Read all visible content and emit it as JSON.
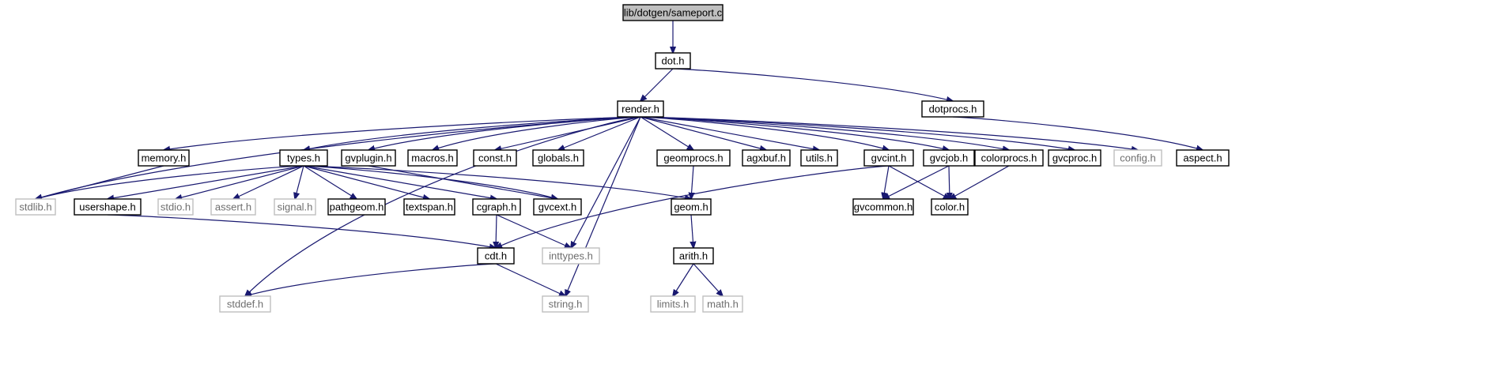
{
  "graph": {
    "colors": {
      "edge": "#191970",
      "root_fill": "#bfbfbf",
      "external_border": "#bfbfbf",
      "node_border": "#000000"
    },
    "nodes": [
      {
        "id": "sameport",
        "label": "lib/dotgen/sameport.c",
        "kind": "root"
      },
      {
        "id": "dot",
        "label": "dot.h",
        "kind": "file"
      },
      {
        "id": "render",
        "label": "render.h",
        "kind": "file"
      },
      {
        "id": "dotprocs",
        "label": "dotprocs.h",
        "kind": "file"
      },
      {
        "id": "memory",
        "label": "memory.h",
        "kind": "file"
      },
      {
        "id": "types",
        "label": "types.h",
        "kind": "file"
      },
      {
        "id": "gvplugin",
        "label": "gvplugin.h",
        "kind": "file"
      },
      {
        "id": "macros",
        "label": "macros.h",
        "kind": "file"
      },
      {
        "id": "const",
        "label": "const.h",
        "kind": "file"
      },
      {
        "id": "globals",
        "label": "globals.h",
        "kind": "file"
      },
      {
        "id": "geomprocs",
        "label": "geomprocs.h",
        "kind": "file"
      },
      {
        "id": "agxbuf",
        "label": "agxbuf.h",
        "kind": "file"
      },
      {
        "id": "utils",
        "label": "utils.h",
        "kind": "file"
      },
      {
        "id": "gvcint",
        "label": "gvcint.h",
        "kind": "file"
      },
      {
        "id": "gvcjob",
        "label": "gvcjob.h",
        "kind": "file"
      },
      {
        "id": "colorprocs",
        "label": "colorprocs.h",
        "kind": "file"
      },
      {
        "id": "gvcproc",
        "label": "gvcproc.h",
        "kind": "file"
      },
      {
        "id": "config",
        "label": "config.h",
        "kind": "external"
      },
      {
        "id": "aspect",
        "label": "aspect.h",
        "kind": "file"
      },
      {
        "id": "stdlib",
        "label": "stdlib.h",
        "kind": "external"
      },
      {
        "id": "usershape",
        "label": "usershape.h",
        "kind": "file"
      },
      {
        "id": "stdio",
        "label": "stdio.h",
        "kind": "external"
      },
      {
        "id": "assert",
        "label": "assert.h",
        "kind": "external"
      },
      {
        "id": "signal",
        "label": "signal.h",
        "kind": "external"
      },
      {
        "id": "pathgeom",
        "label": "pathgeom.h",
        "kind": "file"
      },
      {
        "id": "textspan",
        "label": "textspan.h",
        "kind": "file"
      },
      {
        "id": "cgraph",
        "label": "cgraph.h",
        "kind": "file"
      },
      {
        "id": "gvcext",
        "label": "gvcext.h",
        "kind": "file"
      },
      {
        "id": "geom",
        "label": "geom.h",
        "kind": "file"
      },
      {
        "id": "gvcommon",
        "label": "gvcommon.h",
        "kind": "file"
      },
      {
        "id": "color",
        "label": "color.h",
        "kind": "file"
      },
      {
        "id": "cdt",
        "label": "cdt.h",
        "kind": "file"
      },
      {
        "id": "inttypes",
        "label": "inttypes.h",
        "kind": "external"
      },
      {
        "id": "arith",
        "label": "arith.h",
        "kind": "file"
      },
      {
        "id": "stddef",
        "label": "stddef.h",
        "kind": "external"
      },
      {
        "id": "string",
        "label": "string.h",
        "kind": "external"
      },
      {
        "id": "limits",
        "label": "limits.h",
        "kind": "external"
      },
      {
        "id": "math",
        "label": "math.h",
        "kind": "external"
      }
    ],
    "edges": [
      [
        "sameport",
        "dot"
      ],
      [
        "dot",
        "render"
      ],
      [
        "dot",
        "dotprocs"
      ],
      [
        "dotprocs",
        "aspect"
      ],
      [
        "render",
        "memory"
      ],
      [
        "render",
        "types"
      ],
      [
        "render",
        "gvplugin"
      ],
      [
        "render",
        "macros"
      ],
      [
        "render",
        "const"
      ],
      [
        "render",
        "globals"
      ],
      [
        "render",
        "geomprocs"
      ],
      [
        "render",
        "agxbuf"
      ],
      [
        "render",
        "utils"
      ],
      [
        "render",
        "gvcint"
      ],
      [
        "render",
        "gvcjob"
      ],
      [
        "render",
        "colorprocs"
      ],
      [
        "render",
        "gvcproc"
      ],
      [
        "render",
        "config"
      ],
      [
        "render",
        "stdlib"
      ],
      [
        "render",
        "stddef"
      ],
      [
        "render",
        "inttypes"
      ],
      [
        "render",
        "string"
      ],
      [
        "memory",
        "stdlib"
      ],
      [
        "types",
        "stdlib"
      ],
      [
        "types",
        "usershape"
      ],
      [
        "types",
        "stdio"
      ],
      [
        "types",
        "assert"
      ],
      [
        "types",
        "signal"
      ],
      [
        "types",
        "pathgeom"
      ],
      [
        "types",
        "textspan"
      ],
      [
        "types",
        "cgraph"
      ],
      [
        "types",
        "gvcext"
      ],
      [
        "types",
        "geom"
      ],
      [
        "gvplugin",
        "gvcext"
      ],
      [
        "geomprocs",
        "geom"
      ],
      [
        "gvcint",
        "cdt"
      ],
      [
        "gvcint",
        "gvcommon"
      ],
      [
        "gvcint",
        "color"
      ],
      [
        "gvcjob",
        "gvcommon"
      ],
      [
        "gvcjob",
        "color"
      ],
      [
        "colorprocs",
        "color"
      ],
      [
        "usershape",
        "cdt"
      ],
      [
        "cgraph",
        "cdt"
      ],
      [
        "cgraph",
        "inttypes"
      ],
      [
        "geom",
        "arith"
      ],
      [
        "arith",
        "limits"
      ],
      [
        "arith",
        "math"
      ],
      [
        "cdt",
        "stddef"
      ],
      [
        "cdt",
        "string"
      ]
    ]
  }
}
